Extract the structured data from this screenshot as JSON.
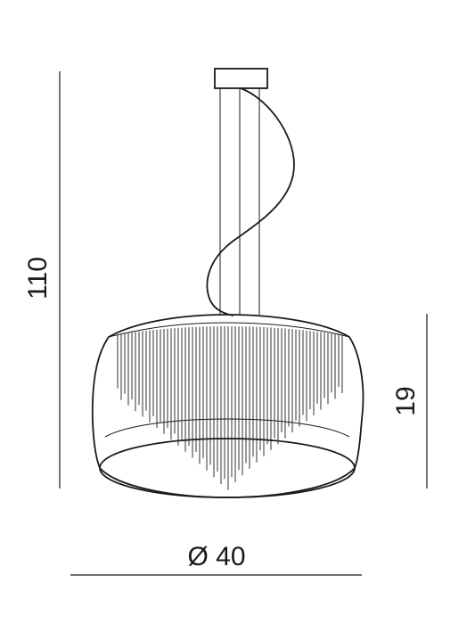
{
  "dimensions": {
    "height_total": "110",
    "shade_height": "19",
    "diameter": "Ø 40"
  },
  "colors": {
    "line": "#1a1a1a",
    "background": "#ffffff"
  }
}
